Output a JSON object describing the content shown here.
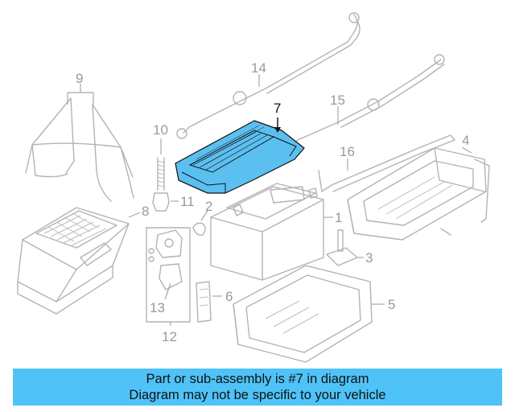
{
  "diagram": {
    "highlight_color": "#5bc0f0",
    "callouts": {
      "c1": "1",
      "c2": "2",
      "c3": "3",
      "c4": "4",
      "c5": "5",
      "c6": "6",
      "c7": "7",
      "c8": "8",
      "c9": "9",
      "c10": "10",
      "c11": "11",
      "c12": "12",
      "c13": "13",
      "c14": "14",
      "c15": "15",
      "c16": "16"
    }
  },
  "banner": {
    "line1": "Part or sub-assembly is #7 in diagram",
    "line2": "Diagram may not be specific to your vehicle",
    "background": "#4fc3f7"
  }
}
